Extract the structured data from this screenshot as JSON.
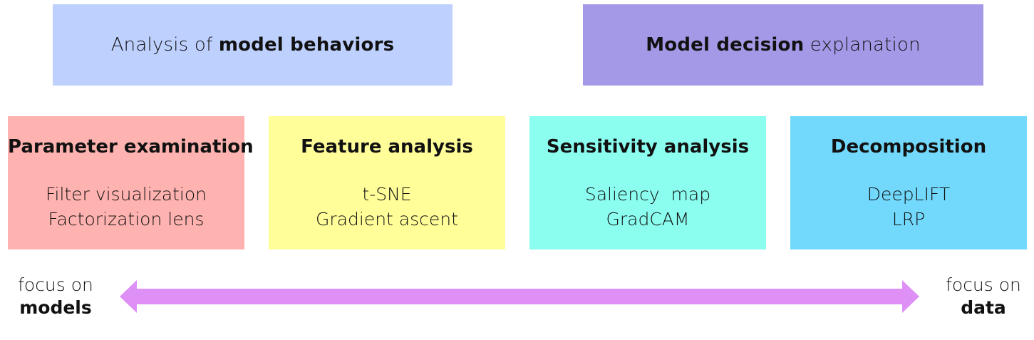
{
  "categories": {
    "left": {
      "prefix": "Analysis of ",
      "emphasis": "model behaviors",
      "suffix": ""
    },
    "right": {
      "prefix": "",
      "emphasis": "Model decision",
      "suffix": " explanation"
    }
  },
  "methods": [
    {
      "title": "Parameter examination",
      "items": [
        "Filter visualization",
        "Factorization lens"
      ],
      "color": "#ffb3b0"
    },
    {
      "title": "Feature analysis",
      "items": [
        "t-SNE",
        "Gradient ascent"
      ],
      "color": "#fffe99"
    },
    {
      "title": "Sensitivity analysis",
      "items": [
        "Saliency  map",
        "GradCAM"
      ],
      "color": "#8bfef0"
    },
    {
      "title": "Decomposition",
      "items": [
        "DeepLIFT",
        "LRP"
      ],
      "color": "#72d9fc"
    }
  ],
  "axis": {
    "left": {
      "line1": "focus on",
      "line2": "models"
    },
    "right": {
      "line1": "focus on",
      "line2": "data"
    }
  },
  "colors": {
    "left_category": "#bed0fe",
    "right_category": "#a499e7",
    "arrow": "#df90f6"
  }
}
